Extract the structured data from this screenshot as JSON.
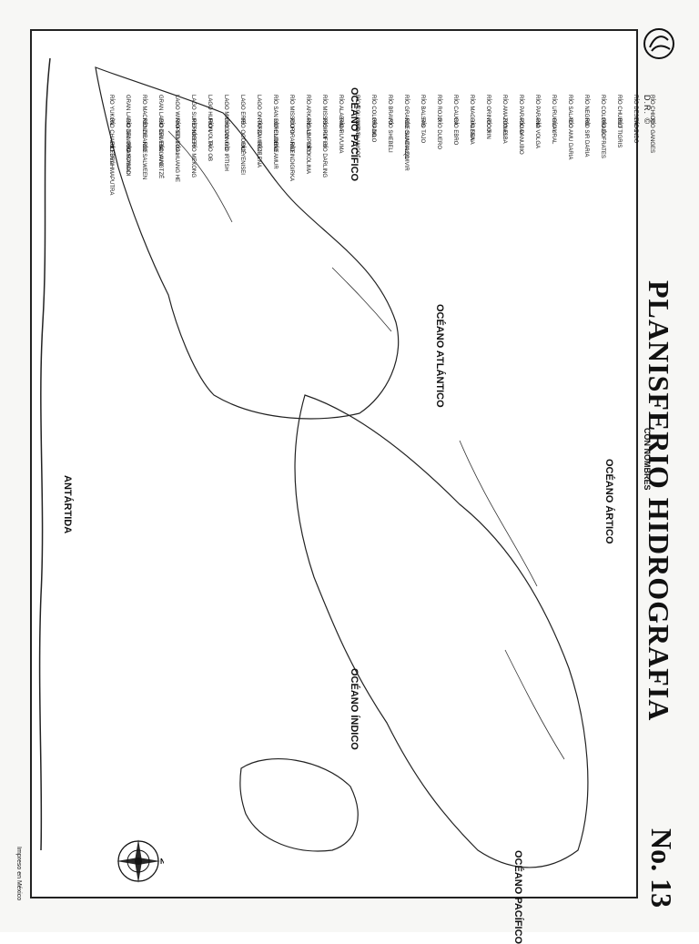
{
  "header": {
    "title": "PLANISFERIO HIDROGRAFIA",
    "subtitle": "CON NOMBRES",
    "number": "No. 13",
    "publisher_mark": "D.R. ©",
    "printed_in": "Impreso en México"
  },
  "oceans": [
    {
      "id": "pacifico-w",
      "label": "OCÉANO\nPACÍFICO"
    },
    {
      "id": "atlantico",
      "label": "OCÉANO\nATLÁNTICO"
    },
    {
      "id": "artico",
      "label": "OCÉANO ÁRTICO"
    },
    {
      "id": "indico",
      "label": "OCÉANO\nÍNDICO"
    },
    {
      "id": "pacifico-e",
      "label": "OCÉANO\nPACÍFICO"
    },
    {
      "id": "antartida",
      "label": "ANTÁRTIDA"
    }
  ],
  "labels": [
    "RÍO YUKÓN",
    "GRAN LAGO DEL OSO",
    "RÍO MACKENZIE",
    "GRAN LAGO DEL ESCLAVO",
    "LAGO WINNIPEG",
    "LAGO SUPERIOR",
    "LAGO HURÓN",
    "LAGO MICHIGAN",
    "LAGO ERIE",
    "LAGO ONTARIO",
    "RÍO SAN LORENZO",
    "RÍO MISSOURI",
    "RÍO ARKANSAS",
    "RÍO MISSISSIPPI",
    "RÍO ALABAMA",
    "RÍO COLUMBIA",
    "RÍO COLORADO",
    "RÍO BRAVO",
    "RÍO GRANDE SANTIAGO",
    "RÍO BALSAS",
    "RÍO ROJO",
    "RÍO CAUCA",
    "RÍO MAGDALENA",
    "RÍO ORINOCO",
    "RÍO AMAZONAS",
    "RÍO PARAGUAY",
    "RÍO PARANÁ",
    "RÍO URUGUAY",
    "RÍO SALADO",
    "RÍO NEGRO",
    "RÍO COLORADO",
    "RÍO CHUBUT",
    "RÍO DESEADO",
    "RÍO CHICO",
    "RÍO CHADILEUVÚ",
    "RÍO SAN FRANCISCO",
    "RÍO GRANDE",
    "RÍO GAMBIA",
    "RÍO SENEGAL",
    "RÍO NÍGER",
    "RÍO VOLTA",
    "RÍO CONGO",
    "RÍO OGOOUÉ",
    "RÍO ZAMBEZE",
    "RÍO CUNENE",
    "RÍO ORANGE",
    "RÍO LIMPOPO",
    "RÍO RUFIJI",
    "RÍO RUVUMA",
    "NILO BLANCO",
    "RÍO NILO",
    "RÍO SHEBELI",
    "RÍO GUADALQUIVIR",
    "RÍO TAJO",
    "RÍO DUERO",
    "RÍO EBRO",
    "RÍO SENA",
    "RÍO RIN",
    "RÍO ELBA",
    "RÍO DANUBIO",
    "RÍO VOLGA",
    "RÍO URAL",
    "RÍO AMU DARIA",
    "RÍO SIR DARIA",
    "RÍO ÉUFRATES",
    "RÍO TIGRIS",
    "RÍO INDO",
    "RÍO GANGES",
    "RÍO BRAHMAPUTRA",
    "RÍO IRAWADI",
    "RÍO SALWEEN",
    "RÍO YANGTZÉ",
    "RÍO HUANG HE",
    "RÍO MEKONG",
    "RÍO OB",
    "RÍO IRTISH",
    "RÍO YENISEI",
    "RÍO LENA",
    "RÍO AMUR",
    "RÍO INDIGIRKA",
    "RÍO KOLIMA",
    "RÍO DARLING"
  ],
  "compass": {
    "north_label": "N"
  }
}
